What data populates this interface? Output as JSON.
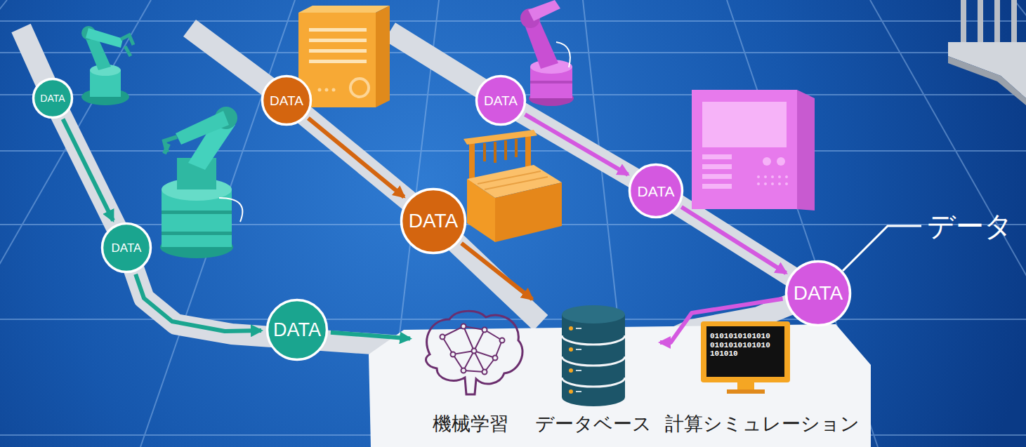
{
  "diagram": {
    "nodes": [
      {
        "text": [
          "DATA"
        ]
      },
      {
        "text": [
          "DATA"
        ]
      },
      {
        "text": [
          "DATA"
        ]
      },
      {
        "text": [
          "DATA"
        ]
      },
      {
        "text": [
          "DATA"
        ]
      },
      {
        "text": [
          "DATA"
        ]
      },
      {
        "text": [
          "DATA"
        ]
      },
      {
        "text": [
          "DATA"
        ]
      },
      {
        "text": [
          "機械学習"
        ]
      },
      {
        "text": [
          "データベース"
        ]
      },
      {
        "text": [
          "0101010101010 0101010101010 101010",
          "計算シミュレーション"
        ]
      }
    ],
    "edges": [
      {
        "from": 0,
        "to": 1,
        "arrow": "to"
      },
      {
        "from": 1,
        "to": 2,
        "arrow": "to"
      },
      {
        "from": 2,
        "to": 8,
        "arrow": "to"
      },
      {
        "from": 3,
        "to": 4,
        "arrow": "to"
      },
      {
        "from": 4,
        "to": 9,
        "arrow": "to"
      },
      {
        "from": 5,
        "to": 6,
        "arrow": "to"
      },
      {
        "from": 6,
        "to": 7,
        "arrow": "to"
      },
      {
        "from": 7,
        "to": 9,
        "arrow": "to"
      }
    ],
    "labels": [
      "データ"
    ]
  }
}
